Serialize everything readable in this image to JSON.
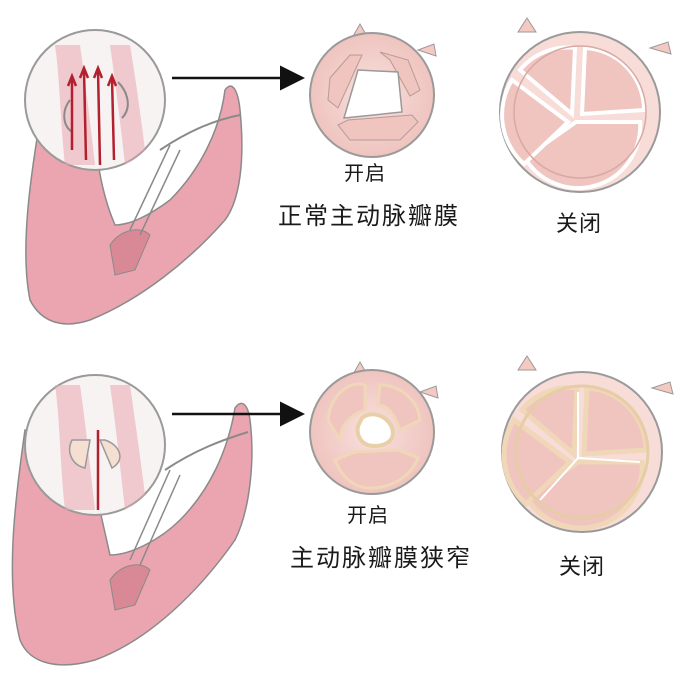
{
  "rows": [
    {
      "open_label": "开启",
      "title": "正常主动脉瓣膜",
      "closed_label": "关闭"
    },
    {
      "open_label": "开启",
      "title": "主动脉瓣膜狭窄",
      "closed_label": "关闭"
    }
  ],
  "colors": {
    "tissue": "#eba5b0",
    "tissue_light": "#f5cfcf",
    "valve_outer": "#f4cfc9",
    "valve_leaflet": "#f3d2cf",
    "calcification": "#f0d7b8",
    "flow_arrow": "#b3202e",
    "outline": "#8a8a8a",
    "pointer_arrow": "#111111"
  }
}
